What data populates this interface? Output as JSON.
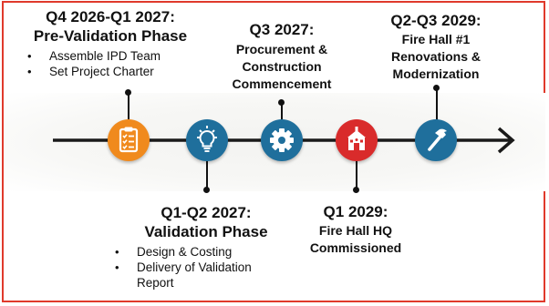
{
  "milestones": [
    {
      "title": "Q4 2026-Q1 2027:",
      "subtitle": "Pre-Validation Phase",
      "bullets": [
        "Assemble IPD Team",
        "Set Project Charter"
      ],
      "color": "#f08a1d",
      "icon": "clipboard-checklist-icon"
    },
    {
      "title": "Q1-Q2 2027:",
      "subtitle": "Validation Phase",
      "bullets": [
        "Design & Costing",
        "Delivery of Validation Report"
      ],
      "color": "#1f6f9c",
      "icon": "lightbulb-icon"
    },
    {
      "title": "Q3 2027:",
      "lines": [
        "Procurement &",
        "Construction",
        "Commencement"
      ],
      "color": "#1f6f9c",
      "icon": "gear-icon"
    },
    {
      "title": "Q1 2029:",
      "lines": [
        "Fire Hall HQ",
        "Commissioned"
      ],
      "color": "#d92b2b",
      "icon": "fire-hall-building-icon"
    },
    {
      "title": "Q2-Q3 2029:",
      "lines": [
        "Fire Hall #1",
        "Renovations &",
        "Modernization"
      ],
      "color": "#1f6f9c",
      "icon": "hammer-icon"
    }
  ],
  "colors": {
    "line": "#1a1a1a",
    "frame": "#e03a2c"
  }
}
